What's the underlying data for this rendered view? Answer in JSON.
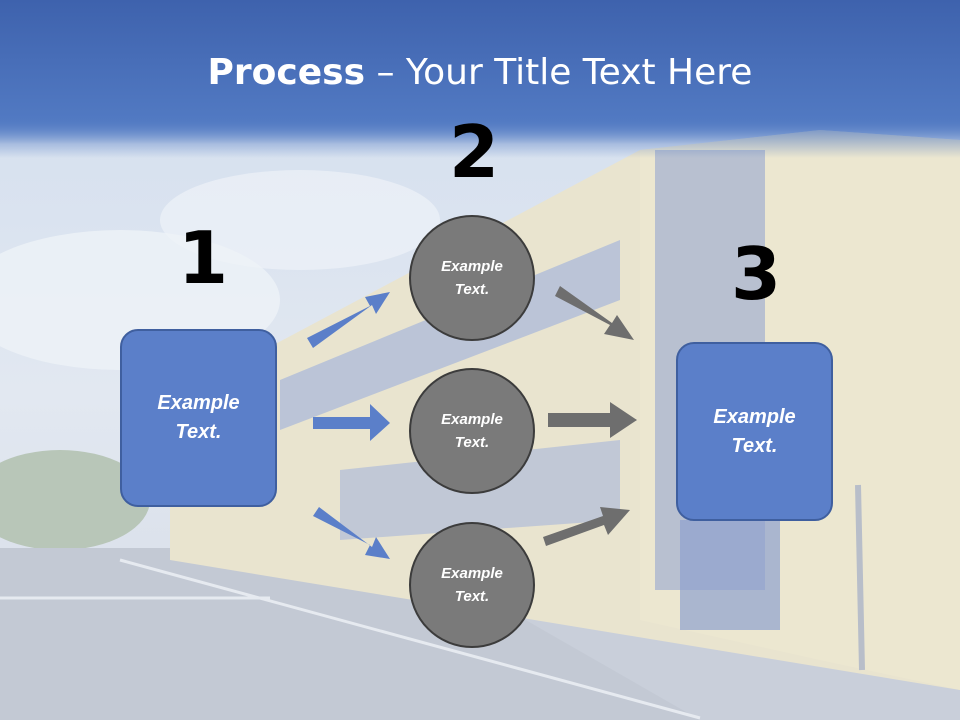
{
  "title": {
    "bold": "Process",
    "rest": " – Your Title Text Here"
  },
  "steps": {
    "one": "1",
    "two": "2",
    "three": "3"
  },
  "left_box": {
    "line1": "Example",
    "line2": "Text."
  },
  "right_box": {
    "line1": "Example",
    "line2": "Text."
  },
  "circles": [
    {
      "line1": "Example",
      "line2": "Text."
    },
    {
      "line1": "Example",
      "line2": "Text."
    },
    {
      "line1": "Example",
      "line2": "Text."
    }
  ],
  "colors": {
    "blue_arrow": "#5b7fc9",
    "gray_arrow": "#6e6e6e",
    "header": "#4a72bd"
  }
}
